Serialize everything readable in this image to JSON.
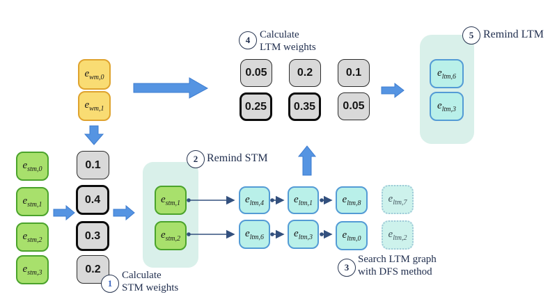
{
  "colors": {
    "arrow_blue": "#5594e2",
    "connector_navy": "#33507e",
    "wm_fill": "#f9dc73",
    "wm_border": "#dfa32e",
    "stm_fill": "#a8e06c",
    "stm_border": "#4ba32c",
    "weight_fill": "#d9d9d9",
    "ltm_fill": "#b9f0e9",
    "ltm_border": "#539bd5",
    "panel_teal": "#d9f0ea"
  },
  "steps": {
    "s1": {
      "num": "1",
      "line1": "Calculate",
      "line2": "STM weights"
    },
    "s2": {
      "num": "2",
      "line1": "Remind STM",
      "line2": ""
    },
    "s3": {
      "num": "3",
      "line1": "Search LTM graph",
      "line2": "with DFS method"
    },
    "s4": {
      "num": "4",
      "line1": "Calculate",
      "line2": "LTM weights"
    },
    "s5": {
      "num": "5",
      "line1": "Remind LTM",
      "line2": ""
    }
  },
  "nodes": {
    "wm": [
      {
        "base": "e",
        "sub": "wm,0"
      },
      {
        "base": "e",
        "sub": "wm,1"
      }
    ],
    "stm": [
      {
        "base": "e",
        "sub": "stm,0"
      },
      {
        "base": "e",
        "sub": "stm,1"
      },
      {
        "base": "e",
        "sub": "stm,2"
      },
      {
        "base": "e",
        "sub": "stm,3"
      }
    ],
    "remind_stm": [
      {
        "base": "e",
        "sub": "stm,1"
      },
      {
        "base": "e",
        "sub": "stm,2"
      }
    ],
    "graph_row1": [
      {
        "base": "e",
        "sub": "ltm,4"
      },
      {
        "base": "e",
        "sub": "ltm,1"
      },
      {
        "base": "e",
        "sub": "ltm,8"
      }
    ],
    "graph_row1_unvisited": {
      "base": "e",
      "sub": "ltm,7"
    },
    "graph_row2": [
      {
        "base": "e",
        "sub": "ltm,6"
      },
      {
        "base": "e",
        "sub": "ltm,3"
      },
      {
        "base": "e",
        "sub": "ltm,0"
      }
    ],
    "graph_row2_unvisited": {
      "base": "e",
      "sub": "ltm,2"
    },
    "remind_ltm": [
      {
        "base": "e",
        "sub": "ltm,6"
      },
      {
        "base": "e",
        "sub": "ltm,3"
      }
    ]
  },
  "weights": {
    "stm": [
      "0.1",
      "0.4",
      "0.3",
      "0.2"
    ],
    "ltm_row1": [
      "0.05",
      "0.2",
      "0.1"
    ],
    "ltm_row2": [
      "0.25",
      "0.35",
      "0.05"
    ]
  }
}
